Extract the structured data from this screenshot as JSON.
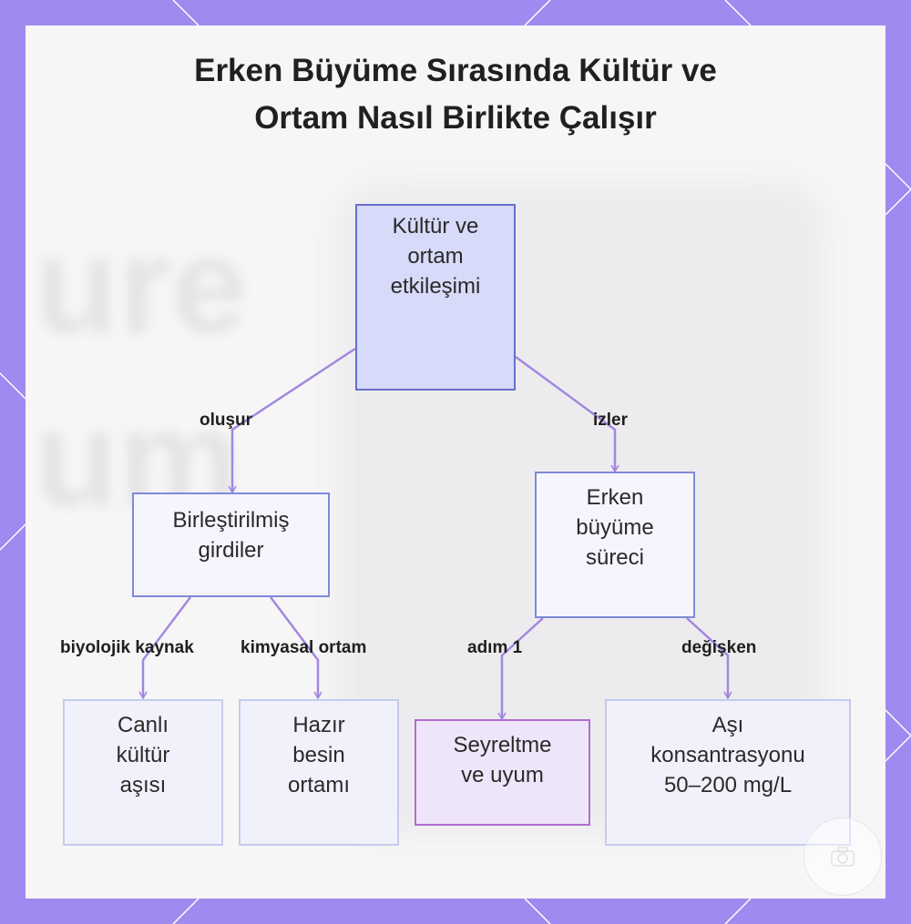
{
  "title": {
    "line1": "Erken Büyüme Sırasında Kültür ve",
    "line2": "Ortam Nasıl Birlikte Çalışır"
  },
  "nodes": {
    "root": [
      "Kültür ve",
      "ortam",
      "etkileşimi"
    ],
    "combined_inputs": [
      "Birleştirilmiş",
      "girdiler"
    ],
    "early_growth": [
      "Erken",
      "büyüme",
      "süreci"
    ],
    "live_culture": [
      "Canlı",
      "kültür",
      "aşısı"
    ],
    "ready_medium": [
      "Hazır",
      "besin",
      "ortamı"
    ],
    "dilution": [
      "Seyreltme",
      "ve uyum"
    ],
    "inoculum": [
      "Aşı",
      "konsantrasyonu",
      "50–200 mg/L"
    ]
  },
  "edge_labels": {
    "forms": "oluşur",
    "follows": "izler",
    "biological_source": "biyolojik kaynak",
    "chemical_medium": "kimyasal ortam",
    "step": "adım 1",
    "variable": "değişken"
  },
  "colors": {
    "frame": "#9f8aef",
    "edge": "#a387e0",
    "root_fill": "#d7daf8",
    "highlight_fill": "#efe5fa"
  },
  "icons": {
    "badge": "camera-icon"
  }
}
